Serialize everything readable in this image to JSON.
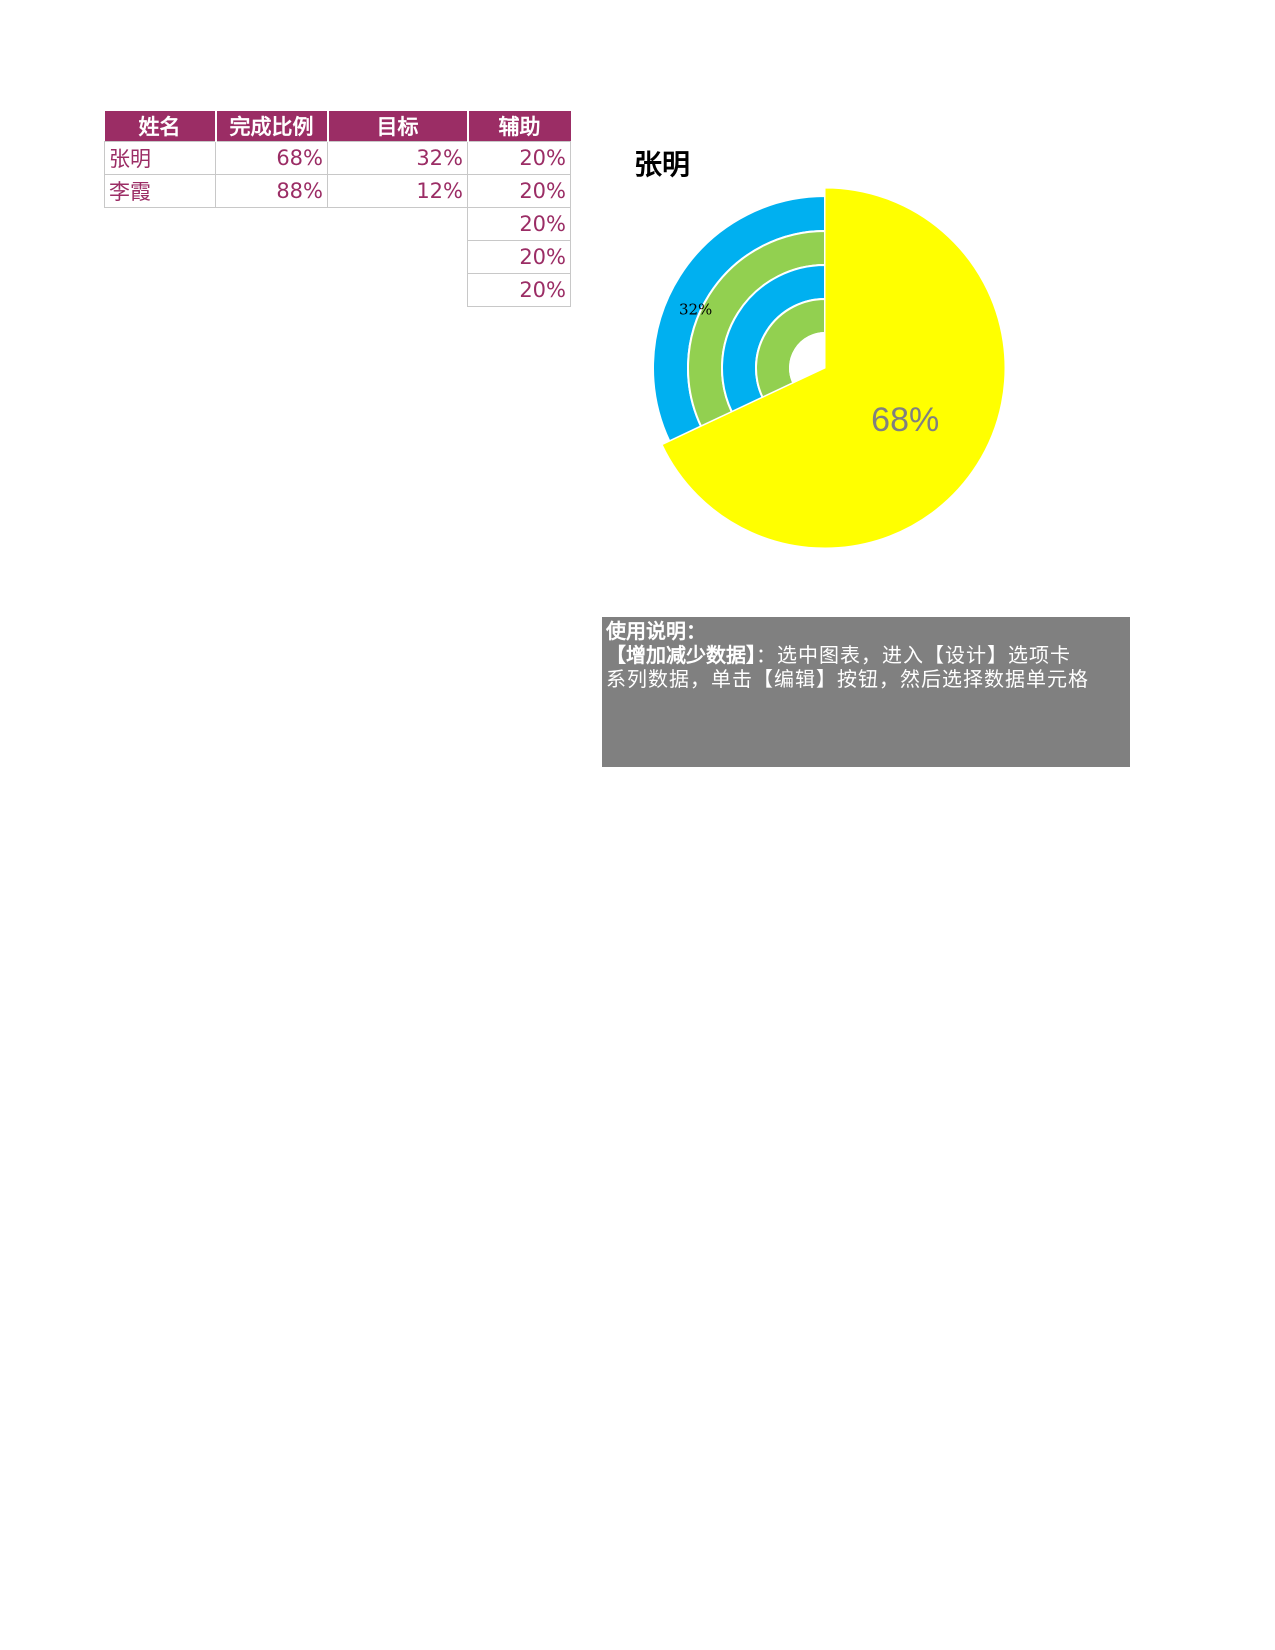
{
  "table": {
    "headers": [
      "姓名",
      "完成比例",
      "目标",
      "辅助"
    ],
    "rows": [
      {
        "name": "张明",
        "ratio": "68%",
        "target": "32%",
        "aux": "20%"
      },
      {
        "name": "李霞",
        "ratio": "88%",
        "target": "12%",
        "aux": "20%"
      },
      {
        "aux": "20%"
      },
      {
        "aux": "20%"
      },
      {
        "aux": "20%"
      }
    ]
  },
  "chart_data": {
    "type": "pie",
    "title": "张明",
    "series": [
      {
        "name": "完成比例",
        "value": 68,
        "label": "68%",
        "color": "#ffff00"
      },
      {
        "name": "目标",
        "value": 32,
        "label": "32%",
        "color": "#00b0f0"
      }
    ],
    "auxiliary_rings": {
      "values": [
        20,
        20,
        20,
        20,
        20
      ],
      "colors": [
        "#00b0f0",
        "#92d050",
        "#00b0f0",
        "#92d050",
        "#ffffff"
      ]
    }
  },
  "instructions": {
    "heading": "使用说明：",
    "line1_bold": "【增加减少数据】",
    "line1_text": "：选中图表，进入【设计】选项卡",
    "line2_text": "系列数据，单击【编辑】按钮，然后选择数据单元格"
  }
}
